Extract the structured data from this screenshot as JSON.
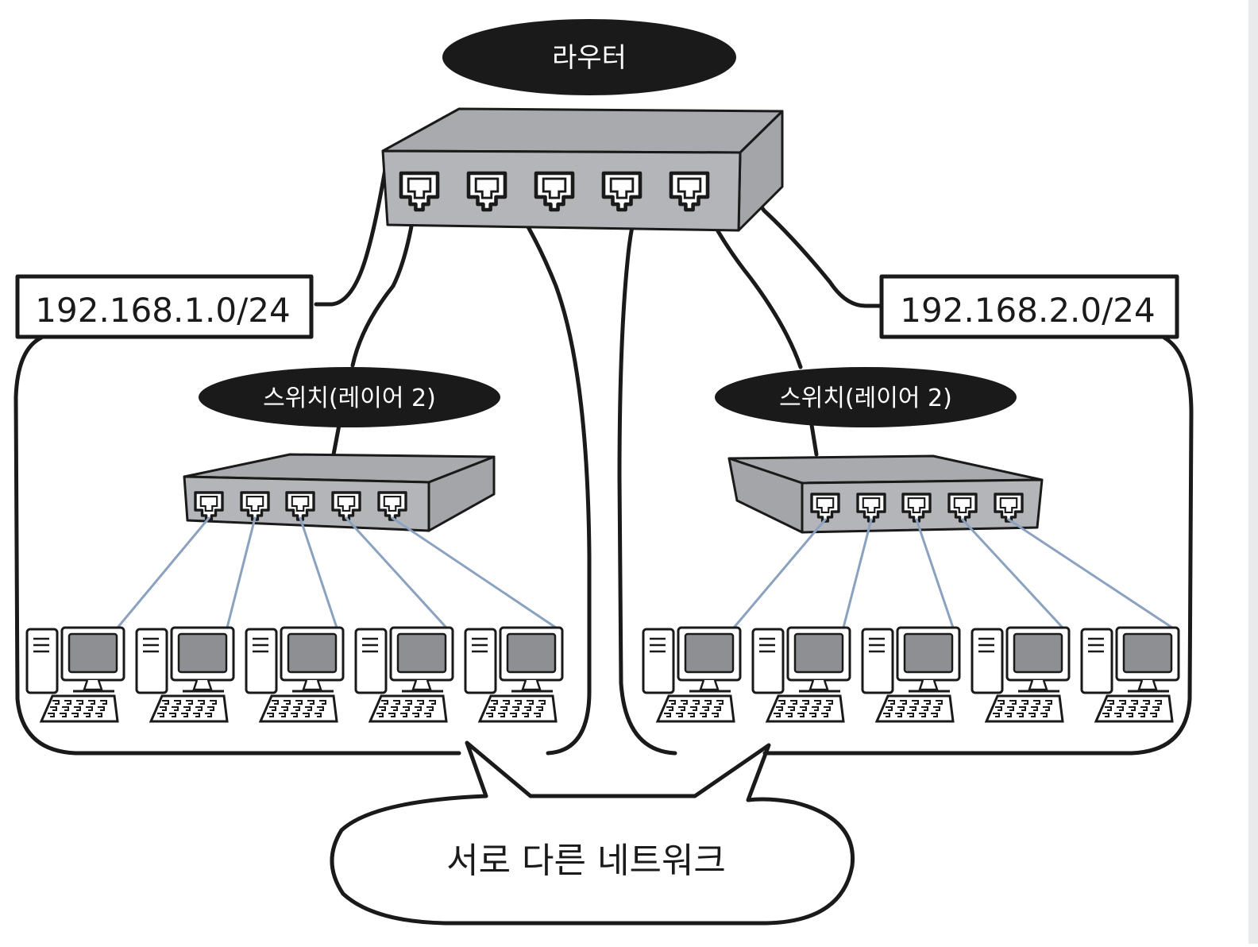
{
  "router": {
    "label": "라우터"
  },
  "networks": [
    {
      "subnet_label": "192.168.1.0/24",
      "switch_label": "스위치(레이어 2)"
    },
    {
      "subnet_label": "192.168.2.0/24",
      "switch_label": "스위치(레이어 2)"
    }
  ],
  "callout": {
    "text": "서로 다른 네트워크"
  },
  "colors": {
    "ink": "#1a1a1a",
    "device_gray": "#b4b5b9",
    "screen_gray": "#8e8f93",
    "cable_blue": "#8aa2bf",
    "label_pill": "#1a1a1a"
  },
  "icons": [
    "router-icon",
    "switch-icon",
    "desktop-computer-icon",
    "keyboard-icon",
    "ethernet-port-icon"
  ]
}
